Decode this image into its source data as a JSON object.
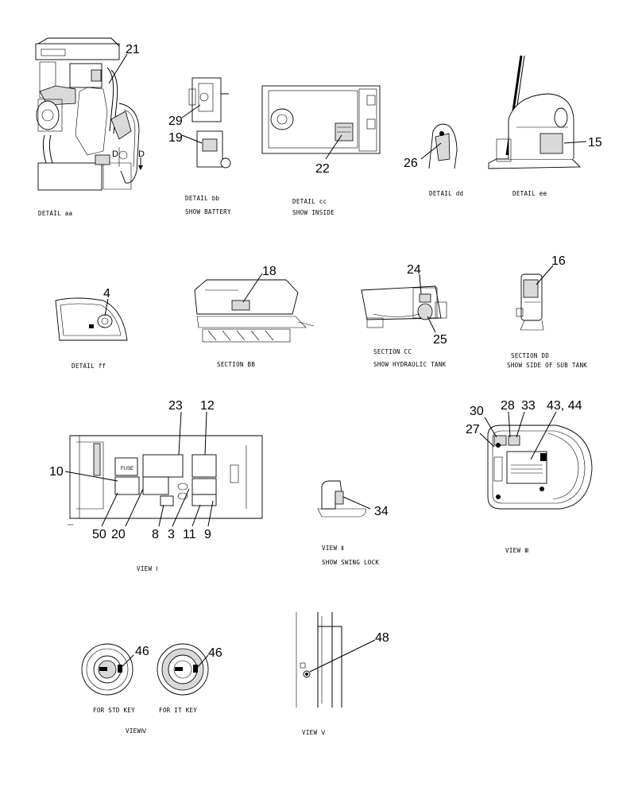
{
  "captions": {
    "detail_aa": "DETAIL aa",
    "detail_bb": "DETAIL bb",
    "show_battery": "SHOW BATTERY",
    "detail_cc": "DETAIL cc",
    "show_inside": "SHOW INSIDE",
    "detail_dd": "DETAIL dd",
    "detail_ee": "DETAIL ee",
    "detail_ff": "DETAIL ff",
    "section_bb": "SECTION BB",
    "section_cc": "SECTION CC",
    "show_hydraulic_tank": "SHOW HYDRAULIC TANK",
    "section_dd": "SECTION DD",
    "show_side_sub_tank": "SHOW  SIDE OF SUB TANK",
    "view_1": "VIEW Ⅰ",
    "view_2": "VIEW Ⅱ",
    "show_swing_lock": "SHOW SWING LOCK",
    "view_3": "VIEW Ⅲ",
    "view_4": "VIEWⅣ",
    "view_5": "VIEW Ⅴ",
    "for_std_key": "FOR STD KEY",
    "for_it_key": "FOR IT KEY"
  },
  "callouts": {
    "c21": "21",
    "c29": "29",
    "c19": "19",
    "c22": "22",
    "c26": "26",
    "c15": "15",
    "c4": "4",
    "c18": "18",
    "c24": "24",
    "c25": "25",
    "c16": "16",
    "c23": "23",
    "c12": "12",
    "c10": "10",
    "c50": "50",
    "c20": "20",
    "c8": "8",
    "c3": "3",
    "c11": "11",
    "c9": "9",
    "c34": "34",
    "c30": "30",
    "c28": "28",
    "c33": "33",
    "c43_44": "43, 44",
    "c27": "27",
    "c46a": "46",
    "c46b": "46",
    "c48": "48"
  },
  "marks": {
    "d_left": "D",
    "d_right": "D",
    "fuse_label": "FUSE"
  }
}
